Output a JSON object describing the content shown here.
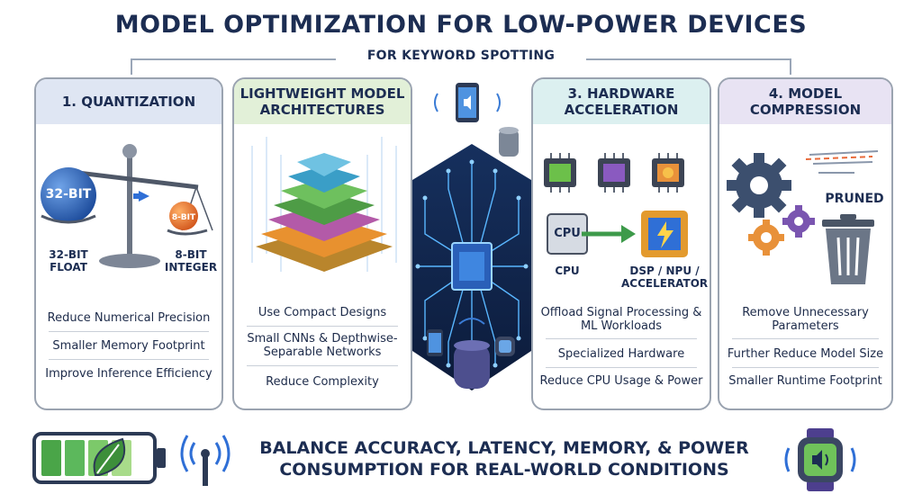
{
  "title": "MODEL OPTIMIZATION FOR LOW-POWER DEVICES",
  "subtitle": "FOR KEYWORD SPOTTING",
  "panels": [
    {
      "header": "1. QUANTIZATION",
      "labels": {
        "big_ball": "32-BIT",
        "small_ball": "8-BIT",
        "left": "32-BIT FLOAT",
        "right": "8-BIT INTEGER"
      },
      "bullets": [
        "Reduce Numerical Precision",
        "Smaller Memory Footprint",
        "Improve Inference Efficiency"
      ]
    },
    {
      "header": "LIGHTWEIGHT MODEL ARCHITECTURES",
      "bullets": [
        "Use Compact Designs",
        "Small CNNs & Depthwise-Separable Networks",
        "Reduce Complexity"
      ]
    },
    {
      "header": "3. HARDWARE ACCELERATION",
      "labels": {
        "cpu_chip": "CPU",
        "cpu": "CPU",
        "accel": "DSP / NPU / ACCELERATOR"
      },
      "bullets": [
        "Offload Signal Processing & ML Workloads",
        "Specialized Hardware",
        "Reduce CPU Usage & Power"
      ]
    },
    {
      "header": "4. MODEL COMPRESSION",
      "labels": {
        "pruned": "PRUNED"
      },
      "bullets": [
        "Remove Unnecessary Parameters",
        "Further Reduce Model Size",
        "Smaller Runtime Footprint"
      ]
    }
  ],
  "footer": {
    "line1": "BALANCE ACCURACY, LATENCY, MEMORY, & POWER",
    "line2": "CONSUMPTION FOR REAL-WORLD CONDITIONS"
  },
  "colors": {
    "navy": "#1c2d52",
    "quant_header": "#dfe6f3",
    "arch_header": "#e2f0d8",
    "hw_header": "#dcf0f0",
    "comp_header": "#e8e3f3",
    "circuit_blue": "#2f6fd6",
    "battery_green": "#5cb85c"
  },
  "icons": [
    "scale-icon",
    "layer-stack-icon",
    "circuit-board-icon",
    "phone-icon",
    "smart-speaker-icon",
    "smartwatch-icon",
    "chip-icon",
    "gear-icon",
    "trash-icon",
    "battery-leaf-icon",
    "antenna-icon"
  ]
}
